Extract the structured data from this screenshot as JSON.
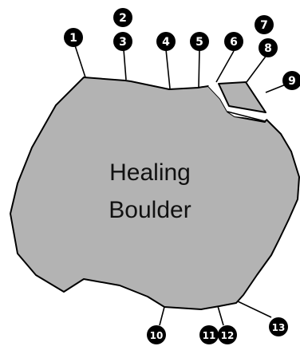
{
  "boulder": {
    "label_line1": "Healing",
    "label_line2": "Boulder",
    "fill_color": "#b3b3b3",
    "outline_color": "#000000"
  },
  "callouts": [
    {
      "number": "1"
    },
    {
      "number": "2"
    },
    {
      "number": "3"
    },
    {
      "number": "4"
    },
    {
      "number": "5"
    },
    {
      "number": "6"
    },
    {
      "number": "7"
    },
    {
      "number": "8"
    },
    {
      "number": "9"
    },
    {
      "number": "10"
    },
    {
      "number": "11"
    },
    {
      "number": "12"
    },
    {
      "number": "13"
    }
  ]
}
